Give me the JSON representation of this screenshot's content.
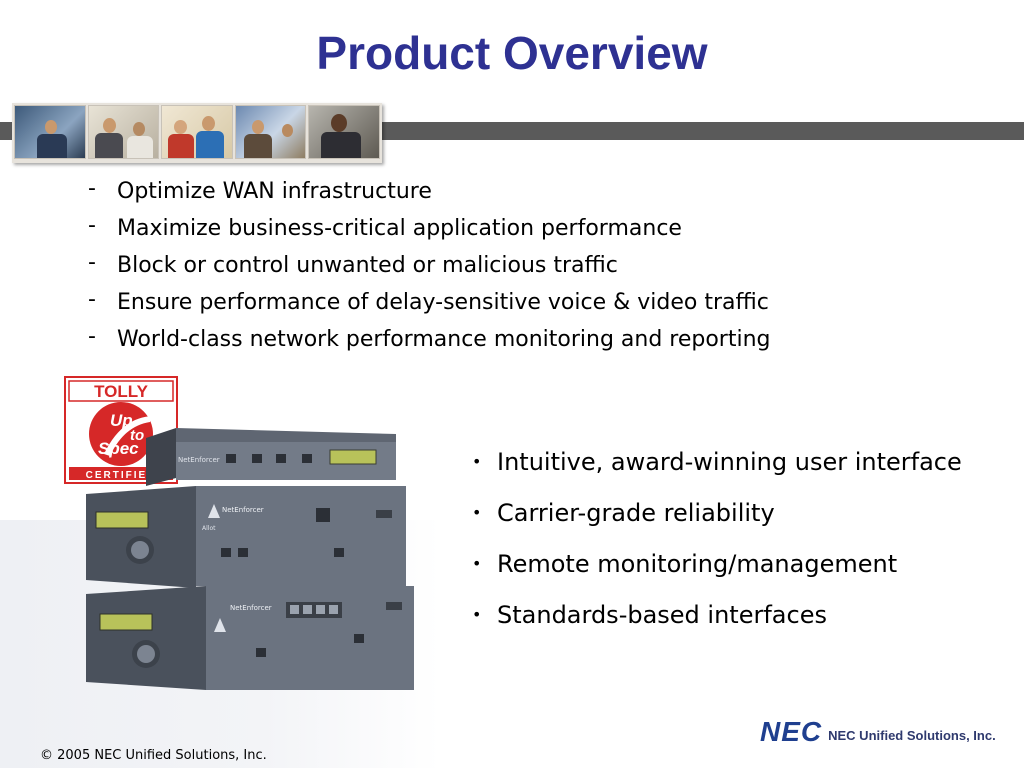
{
  "slide": {
    "title": "Product Overview"
  },
  "highlights": [
    "Optimize WAN infrastructure",
    "Maximize business-critical application performance",
    "Block or control unwanted or malicious traffic",
    "Ensure performance of delay-sensitive voice & video traffic",
    "World-class network performance monitoring and reporting"
  ],
  "features": [
    "Intuitive, award-winning user interface",
    "Carrier-grade reliability",
    "Remote monitoring/management",
    "Standards-based interfaces"
  ],
  "badge": {
    "brand": "TOLLY",
    "line1": "Up",
    "line2": "to",
    "line3": "Spec",
    "footer": "CERTIFIED"
  },
  "device_labels": {
    "top_unit": "NetEnforcer",
    "mid_unit": "NetEnforcer",
    "bottom_unit": "NetEnforcer",
    "vendor": "Allot"
  },
  "footer": {
    "copyright": "© 2005 NEC Unified Solutions, Inc."
  },
  "logo": {
    "mark": "NEC",
    "company": "NEC Unified Solutions, Inc."
  },
  "colors": {
    "title": "#2e3192",
    "banner_bar": "#5a5a5a",
    "logo": "#1f3f8f"
  }
}
